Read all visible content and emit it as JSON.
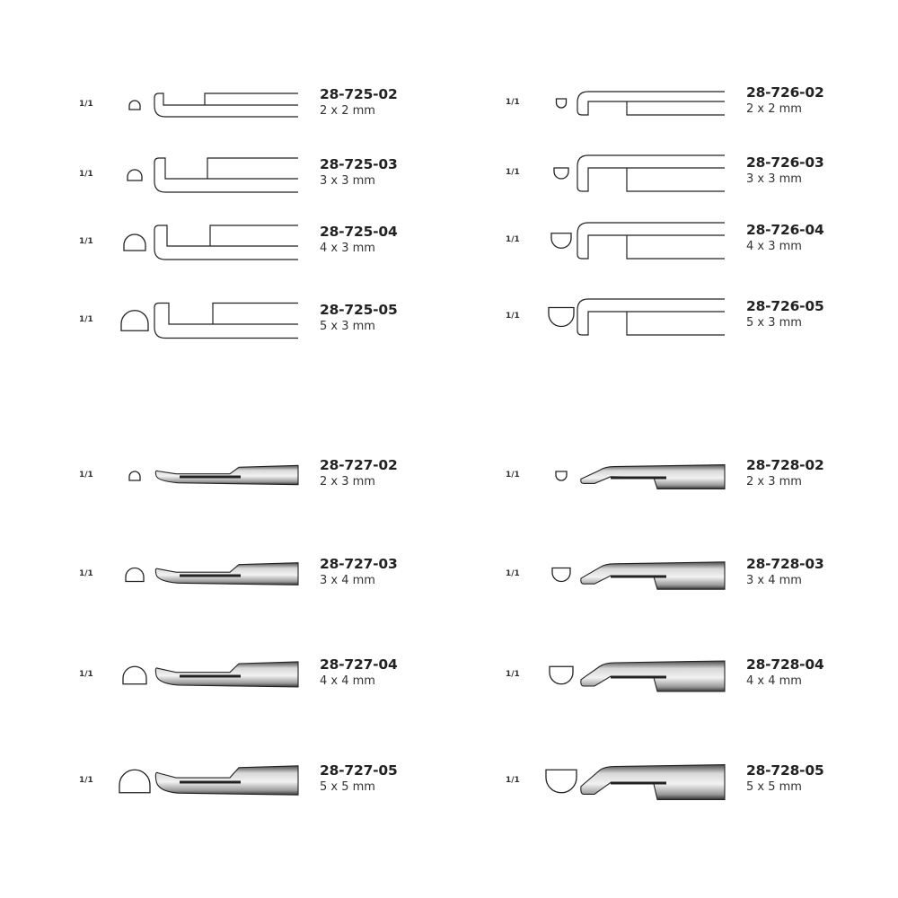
{
  "groups": [
    {
      "style": "outline-hook-up",
      "items": [
        {
          "scale": "1/1",
          "code": "28-725-02",
          "size": "2 x 2 mm"
        },
        {
          "scale": "1/1",
          "code": "28-725-03",
          "size": "3 x 3 mm"
        },
        {
          "scale": "1/1",
          "code": "28-725-04",
          "size": "4 x 3 mm"
        },
        {
          "scale": "1/1",
          "code": "28-725-05",
          "size": "5 x 3 mm"
        }
      ]
    },
    {
      "style": "outline-hook-down",
      "items": [
        {
          "scale": "1/1",
          "code": "28-726-02",
          "size": "2 x 2 mm"
        },
        {
          "scale": "1/1",
          "code": "28-726-03",
          "size": "3 x 3 mm"
        },
        {
          "scale": "1/1",
          "code": "28-726-04",
          "size": "4 x 3 mm"
        },
        {
          "scale": "1/1",
          "code": "28-726-05",
          "size": "5 x 3 mm"
        }
      ]
    },
    {
      "style": "shaded-bent-down",
      "items": [
        {
          "scale": "1/1",
          "code": "28-727-02",
          "size": "2 x 3 mm"
        },
        {
          "scale": "1/1",
          "code": "28-727-03",
          "size": "3 x 4 mm"
        },
        {
          "scale": "1/1",
          "code": "28-727-04",
          "size": "4 x 4 mm"
        },
        {
          "scale": "1/1",
          "code": "28-727-05",
          "size": "5 x 5 mm"
        }
      ]
    },
    {
      "style": "shaded-bent-up",
      "items": [
        {
          "scale": "1/1",
          "code": "28-728-02",
          "size": "2 x 3 mm"
        },
        {
          "scale": "1/1",
          "code": "28-728-03",
          "size": "3 x 4 mm"
        },
        {
          "scale": "1/1",
          "code": "28-728-04",
          "size": "4 x 4 mm"
        },
        {
          "scale": "1/1",
          "code": "28-728-05",
          "size": "5 x 5 mm"
        }
      ]
    }
  ]
}
